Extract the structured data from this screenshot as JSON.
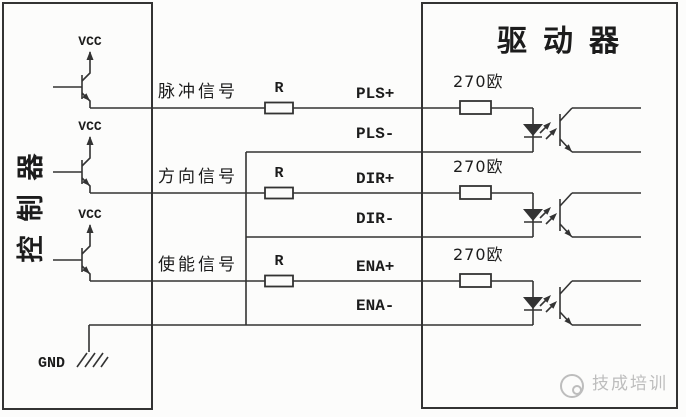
{
  "controller": {
    "label": "控制器",
    "vcc_label": "VCC",
    "gnd_label": "GND"
  },
  "driver": {
    "label": "驱动器"
  },
  "channels": [
    {
      "signal_label": "脉冲信号",
      "series_resistor_label": "R",
      "plus_label": "PLS+",
      "minus_label": "PLS-",
      "internal_resistor_label": "270欧"
    },
    {
      "signal_label": "方向信号",
      "series_resistor_label": "R",
      "plus_label": "DIR+",
      "minus_label": "DIR-",
      "internal_resistor_label": "270欧"
    },
    {
      "signal_label": "使能信号",
      "series_resistor_label": "R",
      "plus_label": "ENA+",
      "minus_label": "ENA-",
      "internal_resistor_label": "270欧"
    }
  ],
  "watermark": {
    "label": "技成培训"
  },
  "colors": {
    "line": "#333333",
    "text": "#1c1c1c",
    "watermark": "#bdbdbd",
    "background": "#fcfcfb"
  }
}
